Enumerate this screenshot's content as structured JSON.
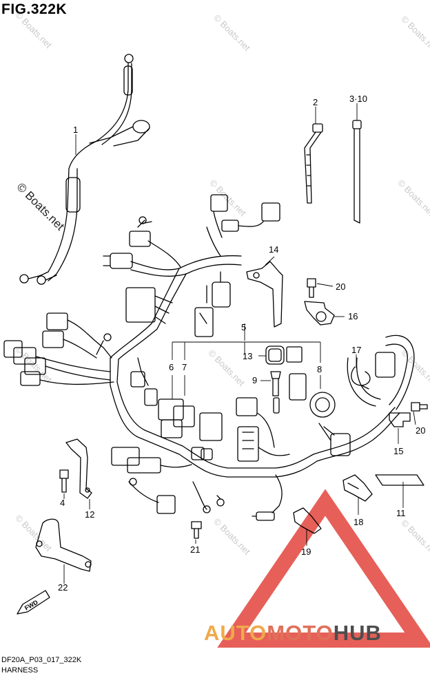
{
  "figure": {
    "title": "FIG.322K",
    "code": "DF20A_P03_017_322K",
    "name": "HARNESS"
  },
  "watermark": {
    "main_text": "© Boats.net",
    "repeat_text": "© Boats.net"
  },
  "callouts": [
    "1",
    "2",
    "3·10",
    "4",
    "5",
    "6",
    "7",
    "8",
    "9",
    "11",
    "12",
    "13",
    "14",
    "15",
    "16",
    "17",
    "18",
    "19",
    "20",
    "20",
    "21",
    "22"
  ],
  "fwd_label": "FWD",
  "brand": {
    "part1": "AUTO",
    "part2": "MOTO",
    "part3": "HUB",
    "colors": {
      "part1": "#f0a94a",
      "part2": "#e0705a",
      "part3": "#4d4d4d",
      "triangle": "#e2443c"
    }
  }
}
